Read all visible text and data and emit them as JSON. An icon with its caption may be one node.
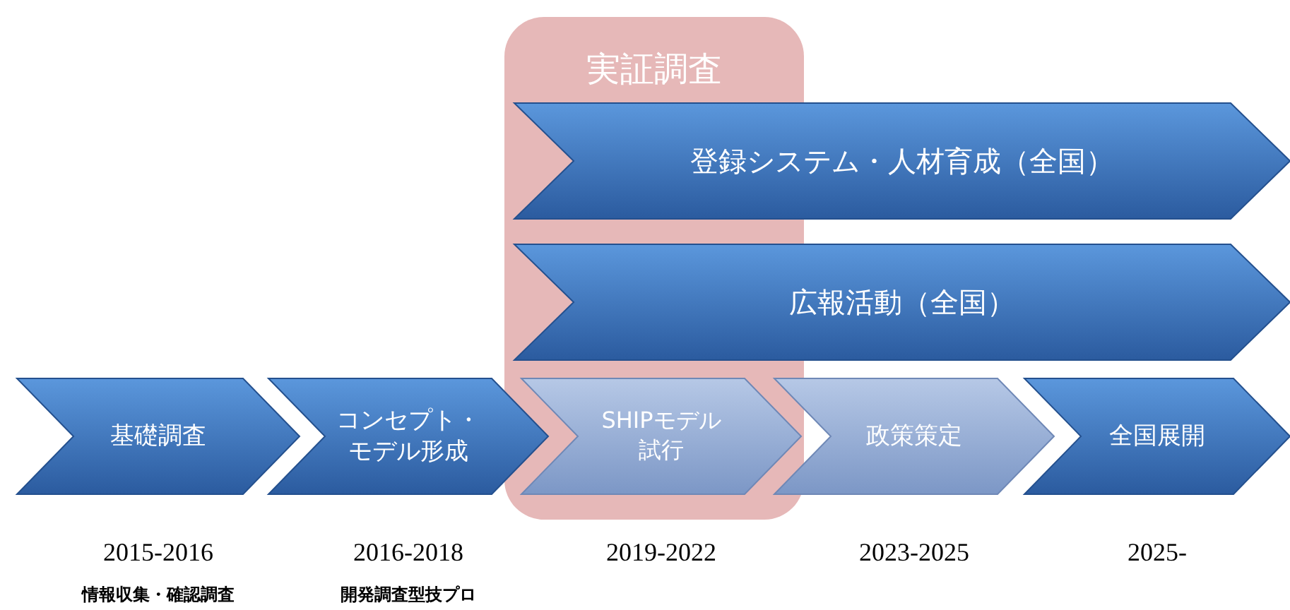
{
  "diagram": {
    "nodes": [
      {
        "text": [
          "実証調査"
        ]
      },
      {
        "text": [
          "登録システム・人材育成（全国）"
        ]
      },
      {
        "text": [
          "広報活動（全国）"
        ]
      },
      {
        "text": [
          "基礎調査"
        ]
      },
      {
        "text": [
          "コンセプト・モデル形成"
        ]
      },
      {
        "text": [
          "SHIPモデル試行"
        ],
        "in": 0
      },
      {
        "text": [
          "政策策定"
        ]
      },
      {
        "text": [
          "全国展開"
        ]
      }
    ],
    "labels": [
      "2015-2016",
      "2016-2018",
      "2019-2022",
      "2023-2025",
      "2025-",
      "情報収集・確認調査",
      "開発調査型技プロ"
    ]
  }
}
